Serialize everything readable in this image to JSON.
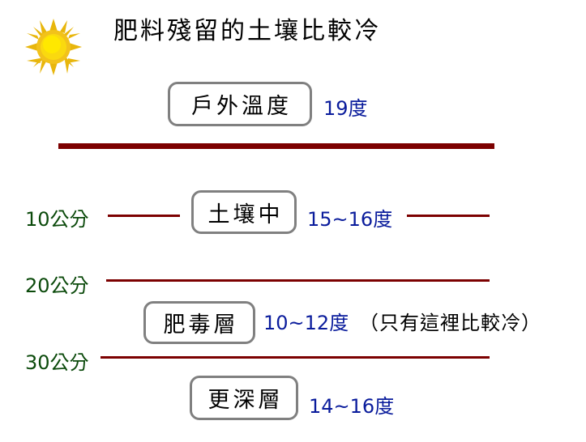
{
  "slide": {
    "title": "肥料殘留的土壤比較冷",
    "sun_icon_name": "sun-icon",
    "background_color": "#FFFFFF",
    "colors": {
      "depth_green": "#0B4A0B",
      "temperature_blue": "#0A1C9C",
      "rule_dark_red": "#7C0000",
      "box_border_gray": "#808080",
      "sun_gold": "#F0C000",
      "sun_core": "#FFE000"
    }
  },
  "layers": [
    {
      "box_label": "戶外溫度",
      "temperature": "19度",
      "depth": "",
      "note": ""
    },
    {
      "box_label": "土壤中",
      "temperature": "15~16度",
      "depth": "10公分",
      "note": ""
    },
    {
      "box_label": "肥毒層",
      "temperature": "10~12度",
      "depth": "20公分",
      "note": "（只有這裡比較冷）"
    },
    {
      "box_label": "更深層",
      "temperature": "14~16度",
      "depth": "30公分",
      "note": ""
    }
  ],
  "depth_markers": [
    "10公分",
    "20公分",
    "30公分"
  ]
}
